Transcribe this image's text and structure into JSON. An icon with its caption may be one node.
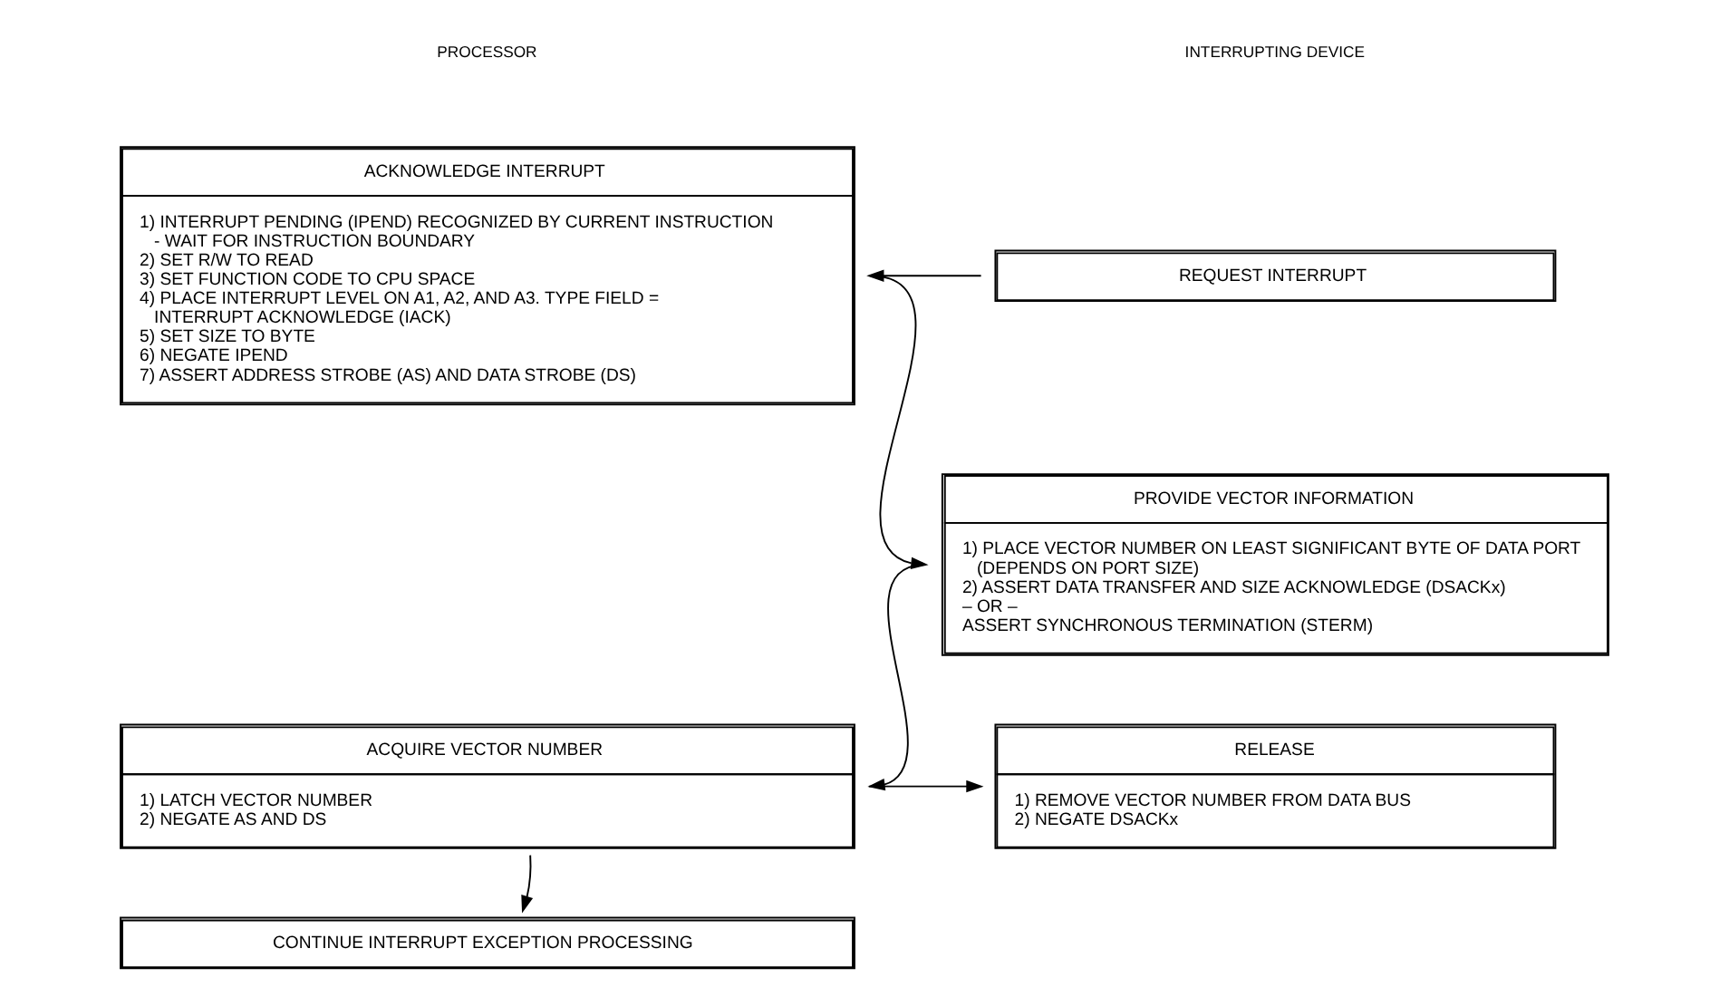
{
  "diagram": {
    "nodes": [
      {
        "text": [
          "ACKNOWLEDGE INTERRUPT",
          "1) INTERRUPT PENDING (IPEND) RECOGNIZED BY CURRENT INSTRUCTION - WAIT FOR INSTRUCTION BOUNDARY",
          "2) SET R/W TO READ",
          "3) SET FUNCTION CODE TO CPU SPACE",
          "4) PLACE INTERRUPT LEVEL ON A1, A2, AND A3. TYPE FIELD = INTERRUPT ACKNOWLEDGE (IACK)",
          "5) SET SIZE TO BYTE",
          "6) NEGATE IPEND",
          "7) ASSERT ADDRESS STROBE (AS) AND DATA STROBE (DS)"
        ]
      },
      {
        "text": [
          "REQUEST INTERRUPT"
        ]
      },
      {
        "text": [
          "PROVIDE VECTOR INFORMATION",
          "1) PLACE VECTOR NUMBER ON LEAST SIGNIFICANT BYTE OF DATA PORT (DEPENDS ON PORT SIZE)",
          "2) ASSERT DATA TRANSFER AND SIZE ACKNOWLEDGE (DSACKx)",
          "– OR –",
          "ASSERT SYNCHRONOUS TERMINATION (STERM)"
        ]
      },
      {
        "text": [
          "ACQUIRE VECTOR NUMBER",
          "1) LATCH VECTOR NUMBER",
          "2) NEGATE AS AND DS"
        ]
      },
      {
        "text": [
          "RELEASE",
          "1) REMOVE VECTOR NUMBER FROM DATA BUS",
          "2) NEGATE DSACKx"
        ]
      },
      {
        "text": [
          "CONTINUE INTERRUPT EXCEPTION PROCESSING"
        ]
      }
    ],
    "edges": [
      {
        "from": 1,
        "to": 0,
        "arrow": "to"
      },
      {
        "from": 0,
        "to": 2,
        "arrow": "to"
      },
      {
        "from": 2,
        "to": 3,
        "arrow": "to"
      },
      {
        "from": 3,
        "to": 4,
        "arrow": "to"
      },
      {
        "from": 3,
        "to": 5,
        "arrow": "to"
      }
    ],
    "labels": [
      "PROCESSOR",
      "INTERRUPTING DEVICE"
    ]
  }
}
